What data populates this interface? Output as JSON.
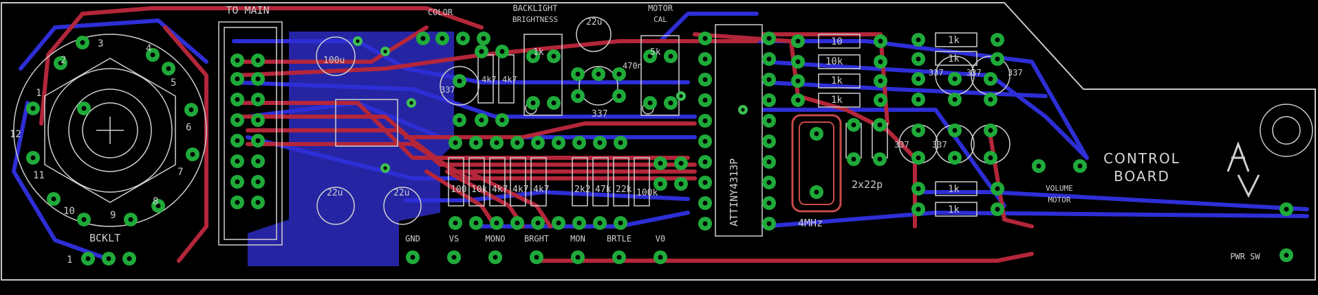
{
  "colors": {
    "background": "#000000",
    "outline": "#c8c8c8",
    "trace_top": "#b3263a",
    "trace_bottom": "#2e2ed6",
    "pour_bottom": "#2b2bc0",
    "pad": "#1faa3a",
    "via": "#3cbf55",
    "silk": "#d0d0d0"
  },
  "board": {
    "title_line1": "CONTROL",
    "title_line2": "BOARD"
  },
  "header_labels": {
    "to_main": "TO MAIN",
    "color": "COLOR",
    "backlight": "BACKLIGHT",
    "brightness": "BRIGHTNESS",
    "motor": "MOTOR",
    "motor_sub": "CAL"
  },
  "rotary_switch": {
    "label": "BCKLT",
    "positions": [
      "1",
      "2",
      "3",
      "4",
      "5",
      "6",
      "7",
      "8",
      "9",
      "10",
      "11",
      "12"
    ]
  },
  "capacitors": {
    "c1": "100u",
    "c2": "22u",
    "c3": "22u",
    "c4": "22u",
    "c5": "470n"
  },
  "trimmers": {
    "t1": "1k",
    "t2": "5k"
  },
  "resistors_mid": [
    "4k7",
    "4k7"
  ],
  "resistors_row": [
    "100",
    "10k",
    "4k7",
    "4k7",
    "4k7",
    "2k2",
    "47k",
    "22k",
    "100k"
  ],
  "resistors_right": [
    "10",
    "10k",
    "1k",
    "1k"
  ],
  "resistors_far": [
    "1k",
    "1k",
    "1k",
    "1k"
  ],
  "transistor_labels": [
    "337",
    "337",
    "337",
    "337",
    "337",
    "337",
    "337"
  ],
  "mcu": "ATTINY4313P",
  "crystal": "4MHz",
  "crystal_caps": "2x22p",
  "bottom_pads": [
    "GND",
    "VS",
    "MONO",
    "BRGHT",
    "MON",
    "BRTLE",
    "V0"
  ],
  "right_pads": {
    "volume": "VOLUME",
    "motor": "MOTOR",
    "pwr_sw": "PWR SW"
  },
  "pin1": "1"
}
